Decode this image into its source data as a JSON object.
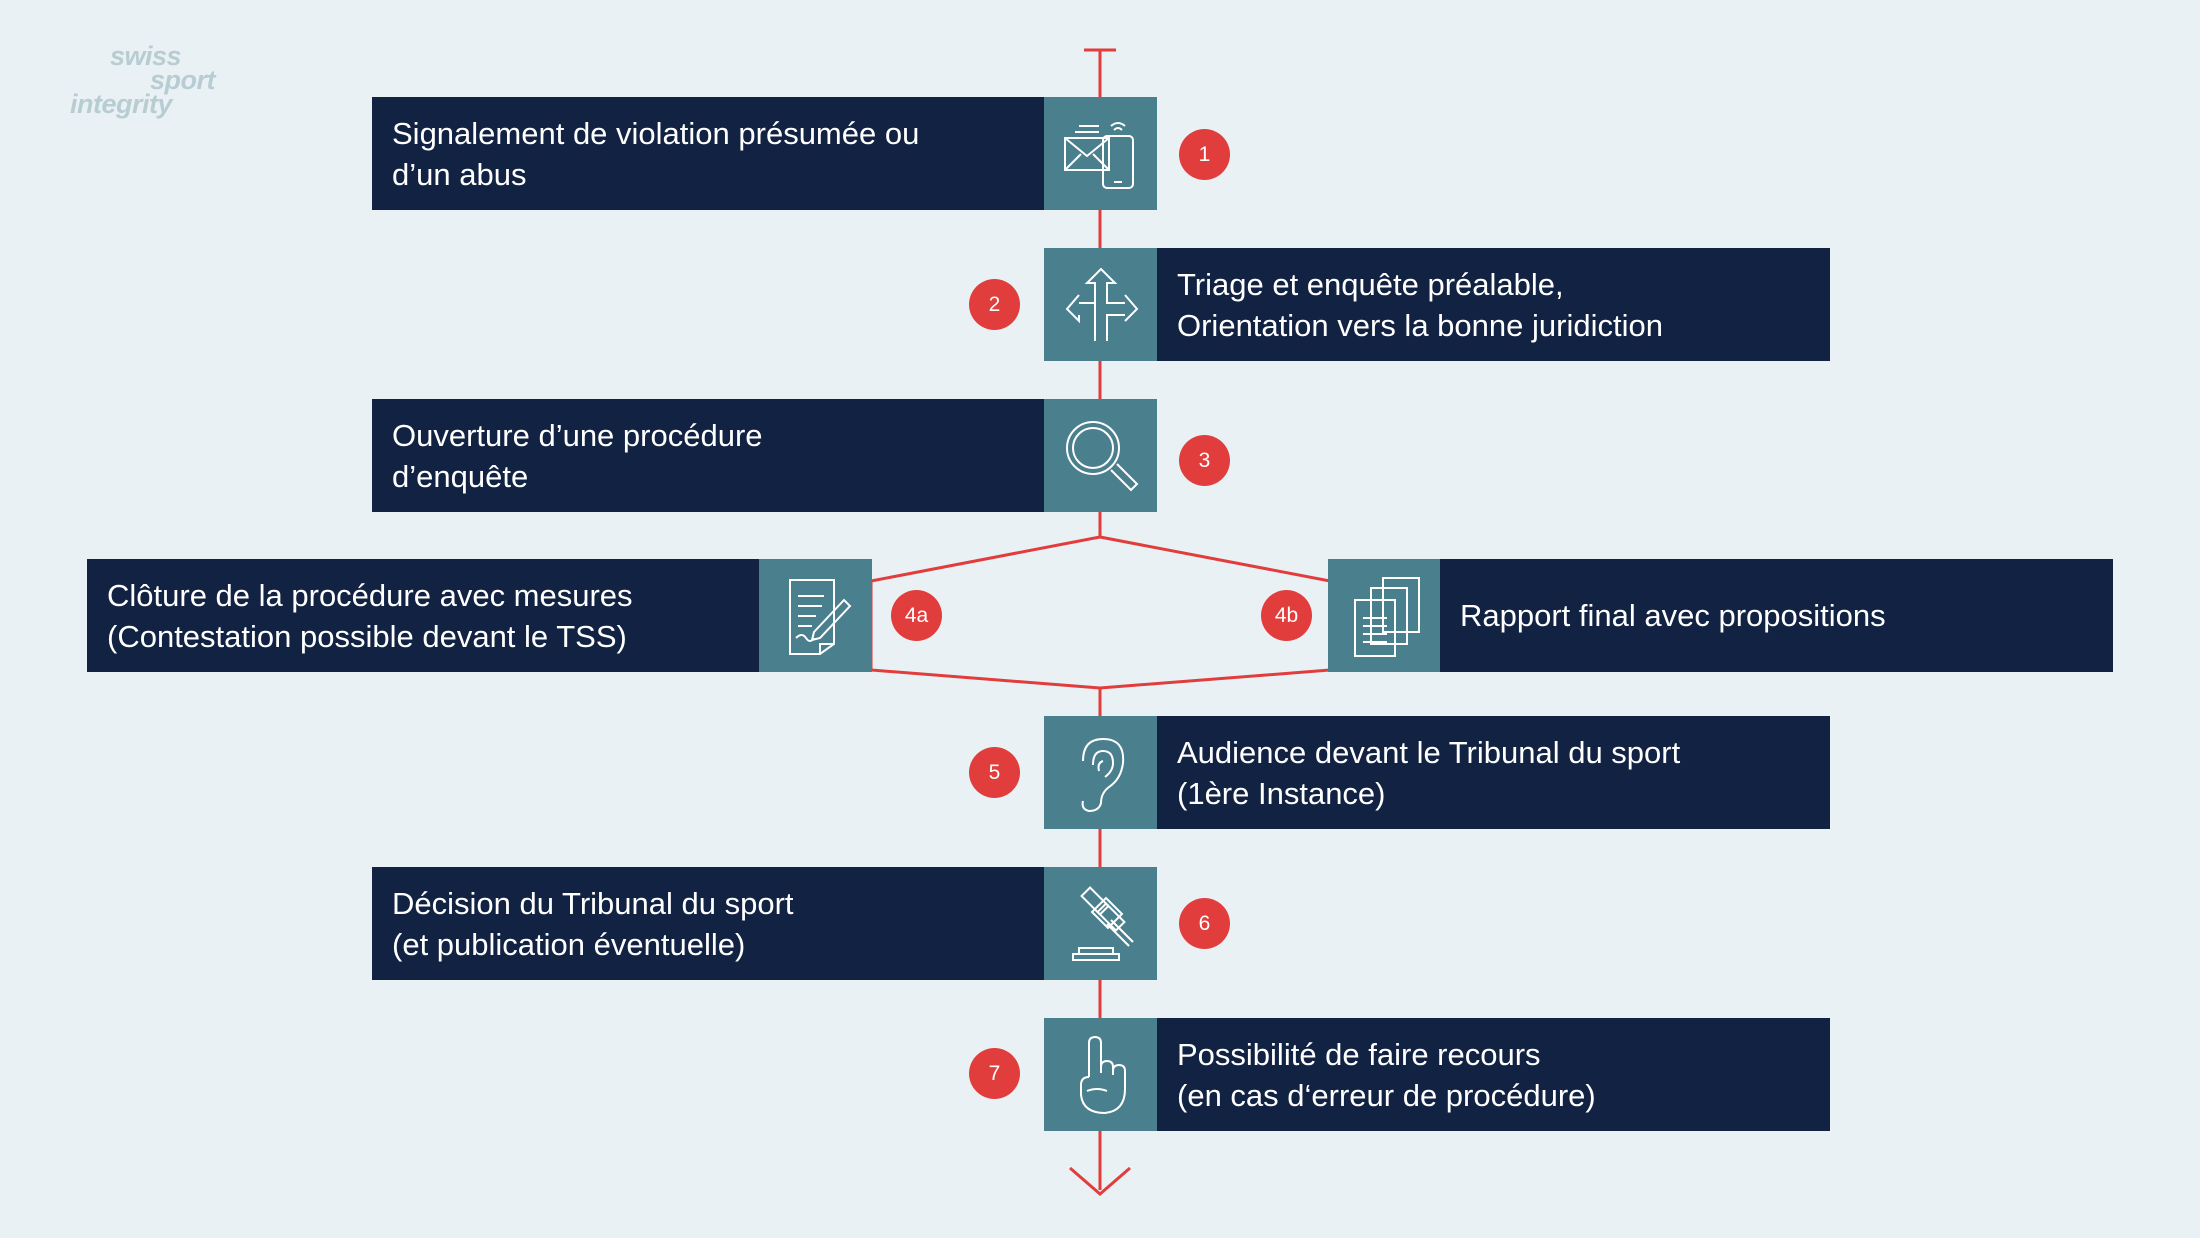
{
  "logo": {
    "line1": "swiss",
    "line2": "sport",
    "line3": "integrity"
  },
  "colors": {
    "background": "#eaf1f4",
    "box": "#122242",
    "icon_bg": "#4a7f8e",
    "badge": "#e03d3c",
    "line": "#e03d3c"
  },
  "steps": [
    {
      "number": "1",
      "icon": "envelope-phone-icon",
      "lines": [
        "Signalement de violation présumée ou",
        "d’un abus"
      ]
    },
    {
      "number": "2",
      "icon": "direction-arrows-icon",
      "lines": [
        "Triage et enquête préalable,",
        "Orientation vers la bonne juridiction"
      ]
    },
    {
      "number": "3",
      "icon": "magnifier-icon",
      "lines": [
        "Ouverture d’une procédure",
        "d’enquête"
      ]
    },
    {
      "number": "4a",
      "icon": "document-pen-icon",
      "lines": [
        "Clôture de la procédure avec mesures",
        "(Contestation possible devant le TSS)"
      ]
    },
    {
      "number": "4b",
      "icon": "documents-stack-icon",
      "lines": [
        "Rapport final avec propositions"
      ]
    },
    {
      "number": "5",
      "icon": "ear-icon",
      "lines": [
        "Audience devant le Tribunal du sport",
        "(1ère Instance)"
      ]
    },
    {
      "number": "6",
      "icon": "gavel-icon",
      "lines": [
        "Décision du Tribunal du sport",
        "(et publication éventuelle)"
      ]
    },
    {
      "number": "7",
      "icon": "hand-pointing-icon",
      "lines": [
        "Possibilité de faire recours",
        "(en cas d‘erreur de procédure)"
      ]
    }
  ]
}
